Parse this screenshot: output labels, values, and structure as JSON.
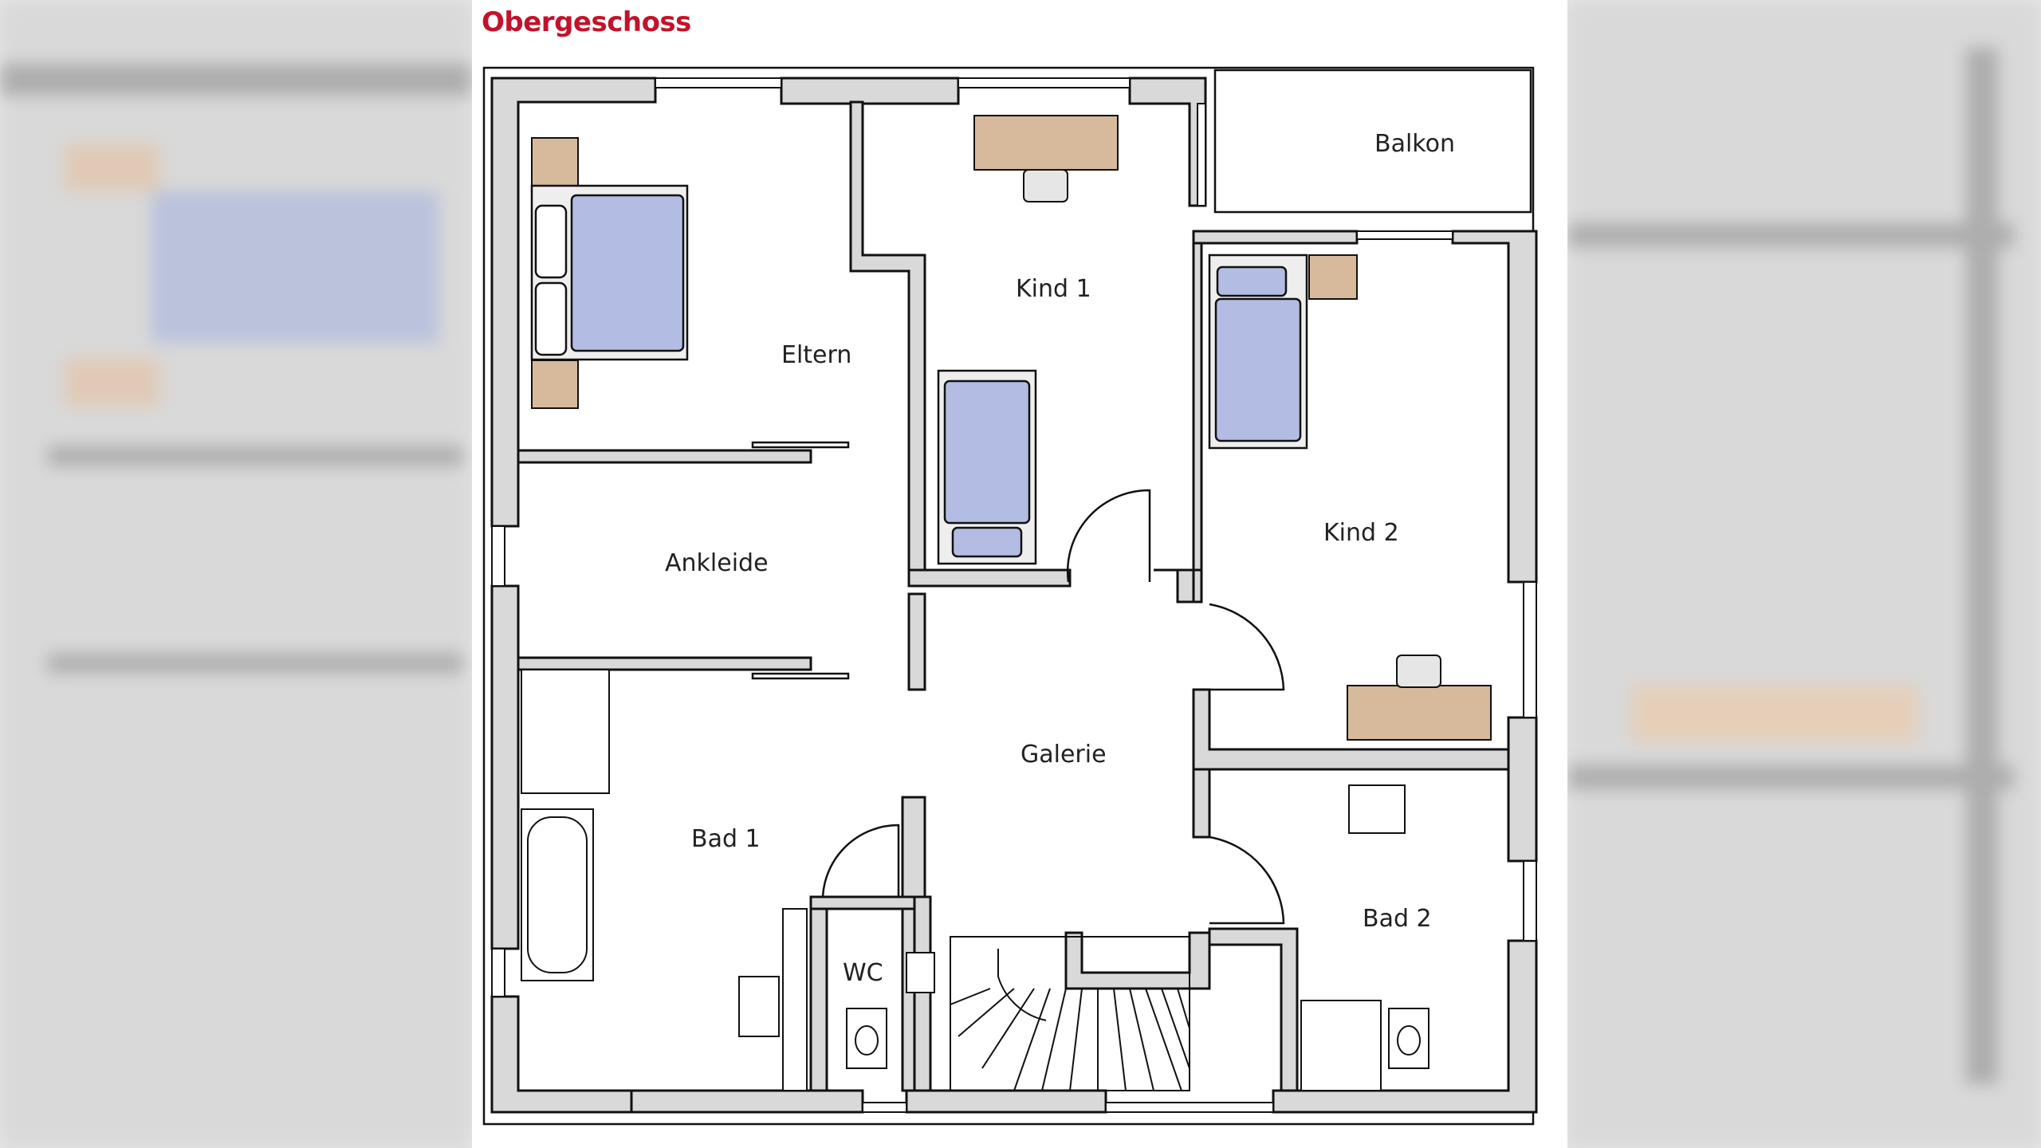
{
  "plan": {
    "title": "Obergeschoss",
    "rooms": {
      "balkon": "Balkon",
      "kind1": "Kind 1",
      "eltern": "Eltern",
      "kind2": "Kind 2",
      "ankleide": "Ankleide",
      "galerie": "Galerie",
      "bad1": "Bad 1",
      "bad2": "Bad 2",
      "wc": "WC"
    }
  },
  "colors": {
    "title": "#c4122b",
    "wall": "#d9d9d9",
    "bed": "#b3bde3",
    "desk": "#d7b99c"
  }
}
